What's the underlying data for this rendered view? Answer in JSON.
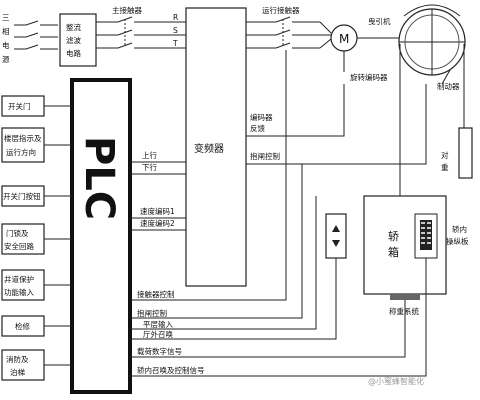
{
  "power": {
    "source_label": "三相电源",
    "rectifier_label": "整流滤波电路",
    "main_contactor_label": "主接触器",
    "phase_labels": [
      "R",
      "S",
      "T"
    ]
  },
  "plc": {
    "label": "PLC"
  },
  "inputs": [
    "开关门",
    "楼层指示及运行方向",
    "开关门按钮",
    "门锁及安全回路",
    "井道保护功能输入",
    "检修",
    "消防及泊梯"
  ],
  "inverter": {
    "label": "变频器",
    "up_label": "上行",
    "down_label": "下行",
    "speed_code1_label": "速度编码1",
    "speed_code2_label": "速度编码2",
    "encoder_feedback_label": "编码器反馈",
    "brake_control_label": "抱闸控制"
  },
  "motor": {
    "run_contactor_label": "运行接触器",
    "motor_symbol": "M",
    "rotary_encoder_label": "旋转编码器",
    "traction_label": "曳引机",
    "brake_label": "制动器",
    "counterweight_label": "对重"
  },
  "car": {
    "label": "轿箱",
    "panel_label": "轿内操纵板",
    "weighing_label": "称重系统"
  },
  "bus_lines": [
    "接触器控制",
    "抱闸控制",
    "平层输入",
    "厅外召唤",
    "载荷数字信号",
    "轿内召唤及控制信号"
  ],
  "watermark": "@小蜜蜂智能化"
}
